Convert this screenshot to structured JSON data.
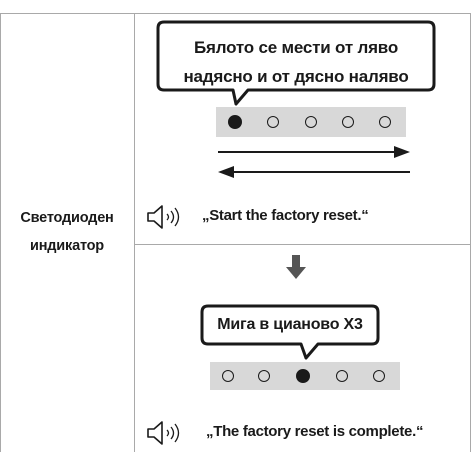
{
  "row_label": [
    "Светодиоден",
    "индикатор"
  ],
  "step1": {
    "callout": [
      "Бялото се мести от ляво",
      "надясно и от дясно наляво"
    ],
    "led_count": 5,
    "lit_index": 0,
    "voice_prompt": "„Start the factory reset.“"
  },
  "step2": {
    "callout": "Мига в цианово X3",
    "led_count": 5,
    "lit_index": 2,
    "voice_prompt": "„The factory reset is complete.“"
  },
  "icons": {
    "speaker": "speaker-icon",
    "next_step": "down-arrow-icon",
    "direction": "left-right-arrows-icon"
  }
}
